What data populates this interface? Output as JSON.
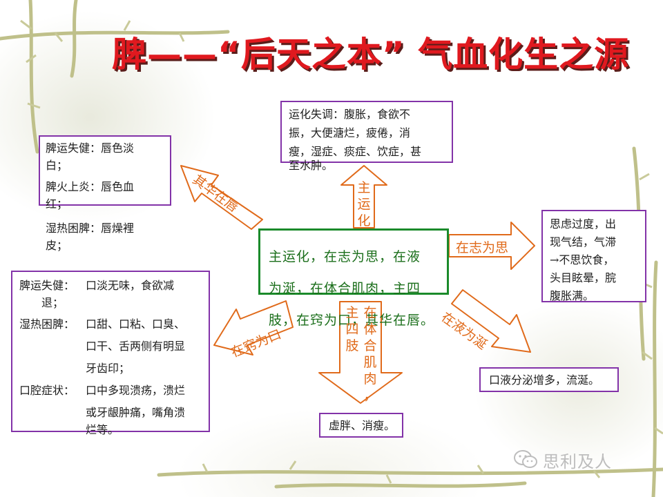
{
  "title": "脾——“后天之本” 气血化生之源",
  "center_text": [
    "主运化，在志为思，在液",
    "为涎，在体合肌肉，主四",
    "肢，在窍为口，其华在唇。"
  ],
  "arrows": {
    "top": [
      "主",
      "运",
      "化"
    ],
    "right": "在志为思",
    "diag_right": "在液为涎",
    "bottom_left_col": [
      "主",
      "四",
      "肢"
    ],
    "bottom_right_col": [
      "在",
      "体",
      "合",
      "肌",
      "肉",
      "，"
    ],
    "left": "在窍为口",
    "upper_left": "其华在唇"
  },
  "boxes": {
    "top": [
      "运化失调：腹胀，食欲不",
      "振，大便溏烂，疲倦，消",
      "瘦，湿症、痰症、饮症，甚",
      "至水肿。"
    ],
    "right": [
      "思虑过度，出",
      "现气结，气滞",
      "→不思饮食，",
      "头目眩晕，脘",
      "腹胀满。"
    ],
    "diag_right": "口液分泌增多，流涎。",
    "bottom": "虚胖、消瘦。",
    "upper_left": [
      "脾运失健：唇色淡",
      "白；",
      "脾火上炎：唇色血",
      "红；",
      "湿热困脾：唇燥裡",
      "皮；"
    ],
    "left": {
      "rows": [
        {
          "k": "脾运失健：",
          "v": "口淡无味，食欲减"
        },
        {
          "k": "",
          "v": "退；",
          "indent": true
        },
        {
          "k": "湿热困脾：",
          "v": "口甜、口粘、口臭、"
        },
        {
          "k": "",
          "v": "口干、舌两侧有明显"
        },
        {
          "k": "",
          "v": "牙齿印；"
        },
        {
          "k": "口腔症状：",
          "v": "口中多现溃疡，溃烂"
        },
        {
          "k": "",
          "v": "或牙龈肿痛，嘴角溃"
        },
        {
          "k": "",
          "v": "烂等。"
        }
      ]
    }
  },
  "watermark": "思利及人",
  "colors": {
    "title": "#e0191f",
    "box_border": "#8232a8",
    "center_border": "#1a8a2a",
    "center_text": "#1a6e1a",
    "arrow_stroke": "#e06a1a",
    "arrow_label": "#e06a1a"
  },
  "icons": {
    "vine": "vine-decoration",
    "watermark": "wechat-icon"
  }
}
